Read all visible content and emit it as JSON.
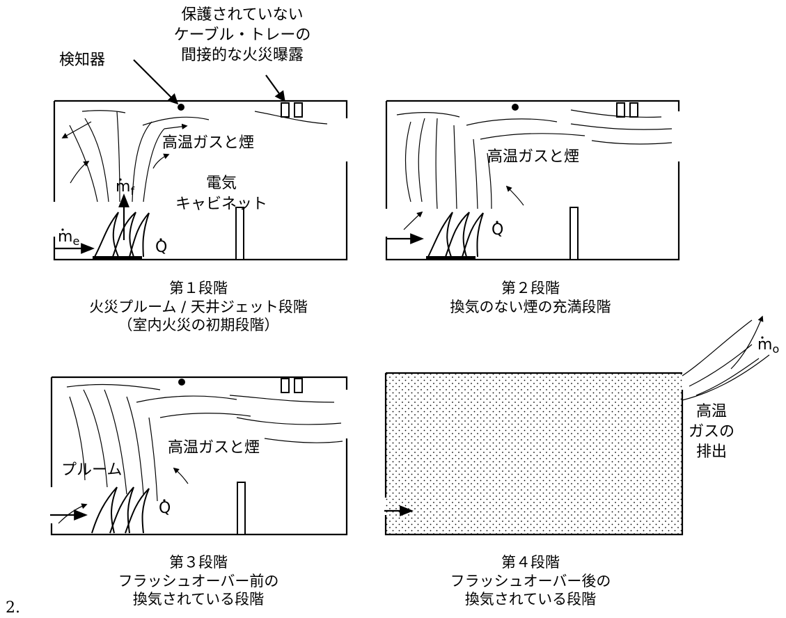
{
  "figure_note": "2.",
  "callouts": {
    "detector": "検知器",
    "cable_tray_line1": "保護されていない",
    "cable_tray_line2": "ケーブル・トレーの",
    "cable_tray_line3": "間接的な火災曝露",
    "hot_gas_smoke": "高温ガスと煙",
    "cabinet_line1": "電気",
    "cabinet_line2": "キャビネット",
    "plume": "プルーム",
    "exhaust_line1": "高温",
    "exhaust_line2": "ガスの",
    "exhaust_line3": "排出"
  },
  "symbols": {
    "m_dot": "m",
    "Q_dot": "Q",
    "sub_f": "f",
    "sub_e": "e",
    "sub_o": "o"
  },
  "stages": [
    {
      "title": "第１段階",
      "line2": "火災プルーム / 天井ジェット段階",
      "line3": "（室内火災の初期段階）"
    },
    {
      "title": "第２段階",
      "line2": "換気のない煙の充満段階",
      "line3": ""
    },
    {
      "title": "第３段階",
      "line2": "フラッシュオーバー前の",
      "line3": "換気されている段階"
    },
    {
      "title": "第４段階",
      "line2": "フラッシュオーバー後の",
      "line3": "換気されている段階"
    }
  ]
}
